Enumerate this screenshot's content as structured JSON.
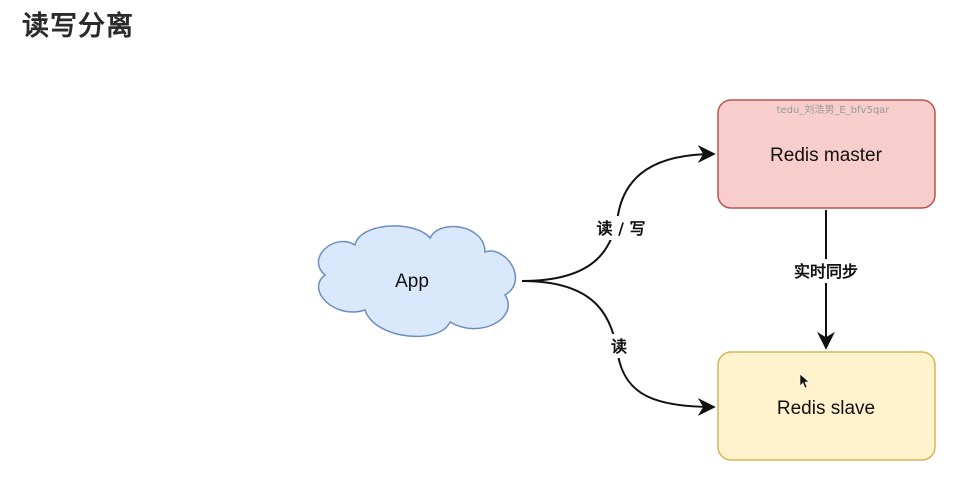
{
  "page": {
    "title": "读写分离"
  },
  "diagram": {
    "nodes": {
      "app": {
        "label": "App",
        "fill": "#dae8fc",
        "stroke": "#6c8ebf"
      },
      "master": {
        "label": "Redis master",
        "fill": "#f8cecc",
        "stroke": "#b85450"
      },
      "slave": {
        "label": "Redis slave",
        "fill": "#fff2cc",
        "stroke": "#d6b656"
      }
    },
    "edges": {
      "app_to_master": {
        "label": "读 / 写"
      },
      "app_to_slave": {
        "label": "读"
      },
      "master_to_slave": {
        "label": "实时同步"
      }
    },
    "watermark": "tedu_刘浩男_E_bfv5qar"
  }
}
